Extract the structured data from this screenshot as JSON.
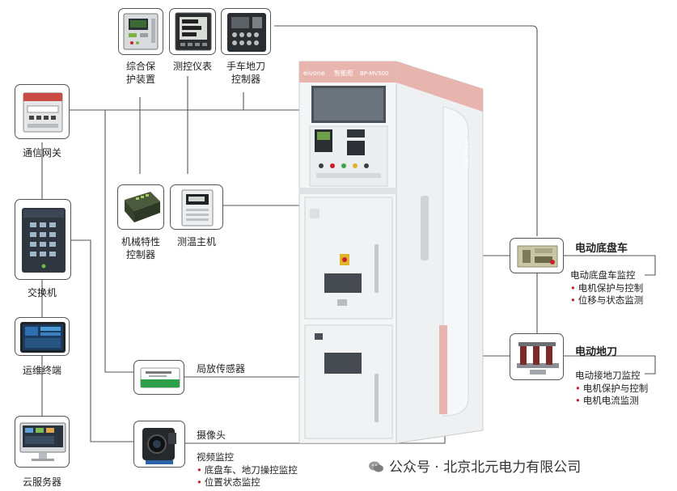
{
  "devices": {
    "protection": {
      "label_line1": "综合保",
      "label_line2": "护装置"
    },
    "meter": {
      "label": "测控仪表"
    },
    "truck_controller": {
      "label_line1": "手车地刀",
      "label_line2": "控制器"
    },
    "gateway": {
      "label": "通信网关"
    },
    "switch": {
      "label": "交换机"
    },
    "terminal": {
      "label": "运维终端"
    },
    "cloud": {
      "label": "云服务器"
    },
    "mech_controller": {
      "label_line1": "机械特性",
      "label_line2": "控制器"
    },
    "temp_host": {
      "label": "测温主机"
    },
    "pd_sensor": {
      "label": "局放传感器"
    },
    "camera": {
      "label": "摄像头",
      "subtitle": "视频监控",
      "bullets": [
        "底盘车、地刀操控监控",
        "位置状态监控"
      ]
    }
  },
  "right_panels": {
    "chassis": {
      "title": "电动底盘车",
      "subtitle": "电动底盘车监控",
      "bullets": [
        "电机保护与控制",
        "位移与状态监测"
      ]
    },
    "earthing": {
      "title": "电动地刀",
      "subtitle": "电动接地刀监控",
      "bullets": [
        "电机保护与控制",
        "电机电流监测"
      ]
    }
  },
  "cabinet": {
    "brand": "elvone",
    "name": "智能柜",
    "model": "BP-MV500",
    "side_model": "BP-MV500"
  },
  "watermark": {
    "text": "公众号 · 北京北元电力有限公司"
  },
  "colors": {
    "accent": "#c8202c",
    "wire": "#555555",
    "cabinet_top": "#e8b4ae"
  }
}
